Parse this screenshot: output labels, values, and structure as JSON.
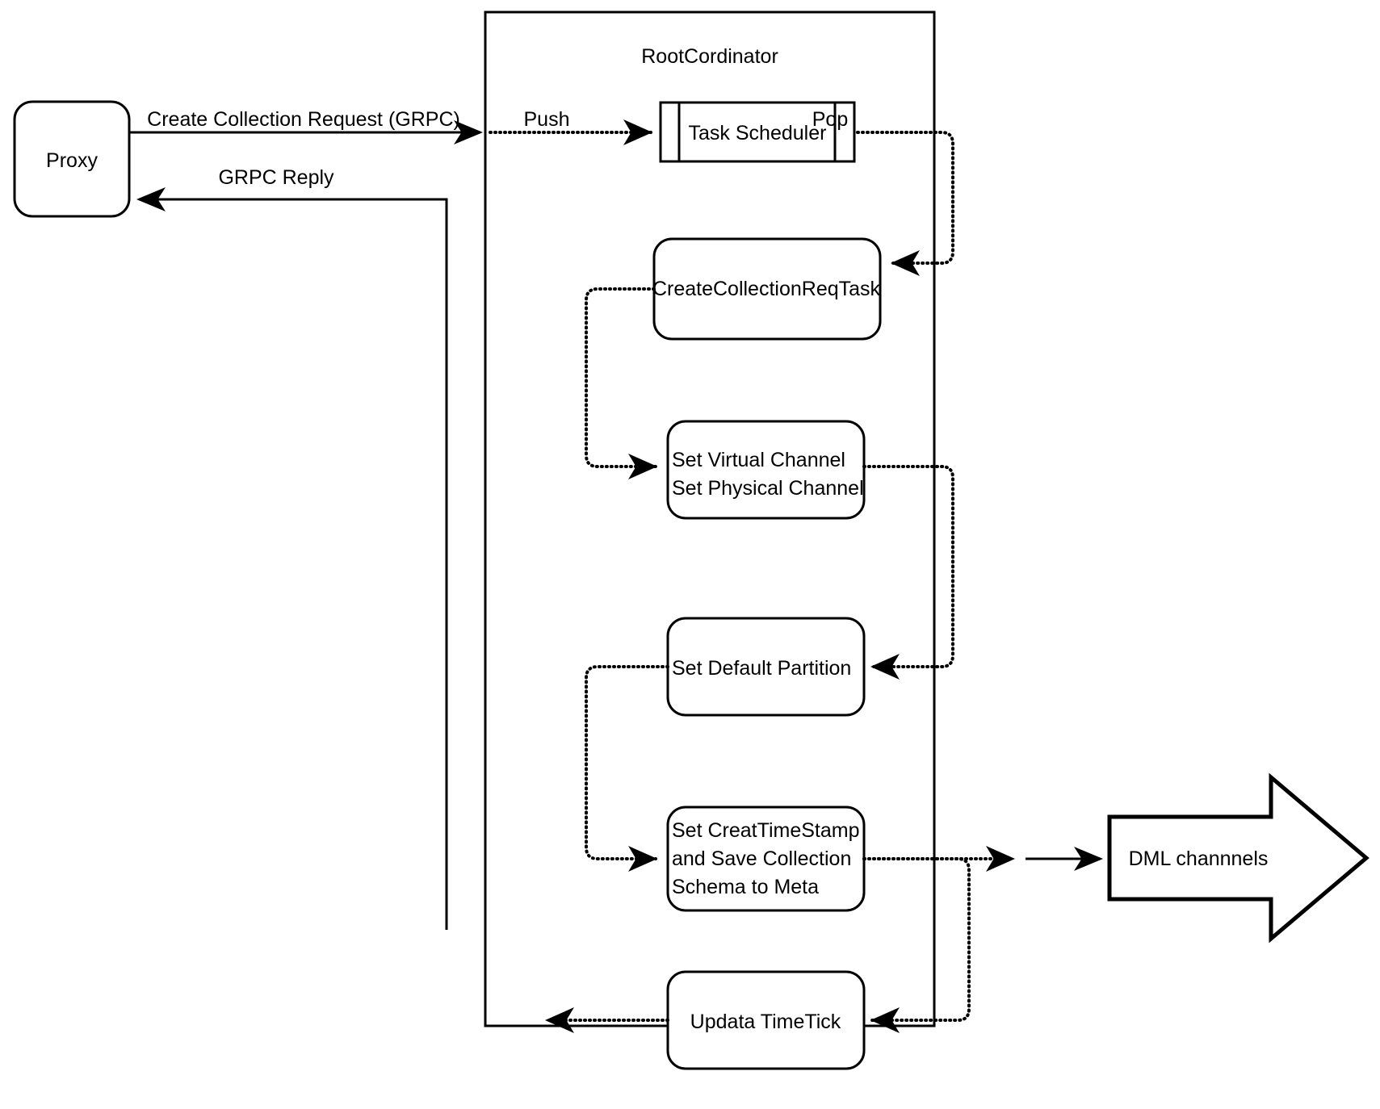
{
  "diagram": {
    "title_visible": false,
    "background": "#ffffff",
    "stroke_color": "#000000",
    "container": {
      "label": "RootCordinator"
    },
    "nodes": {
      "proxy": {
        "label": "Proxy",
        "shape": "rounded-rect"
      },
      "task_scheduler": {
        "label": "Task Scheduler",
        "shape": "process-bars"
      },
      "create_collection_req_task": {
        "label": "CreateCollectionReqTask",
        "shape": "rounded-rect"
      },
      "set_channels": {
        "line1": "Set Virtual Channel",
        "line2": "Set Physical Channel",
        "shape": "rounded-rect"
      },
      "set_default_partition": {
        "label": "Set Default Partition",
        "shape": "rounded-rect"
      },
      "set_createtimestamp": {
        "line1": "Set CreatTimeStamp",
        "line2": "and Save Collection",
        "line3": "Schema to Meta",
        "shape": "rounded-rect"
      },
      "updata_timetick": {
        "label": "Updata TimeTick",
        "shape": "rounded-rect"
      },
      "dml_channels": {
        "label": "DML channnels",
        "shape": "block-arrow-right"
      }
    },
    "edges": {
      "create_collection_request": {
        "label": "Create Collection Request (GRPC)",
        "style": "solid",
        "from": "proxy",
        "to": "rootcordinator-boundary"
      },
      "grpc_reply": {
        "label": "GRPC Reply",
        "style": "solid",
        "from": "rootcordinator-boundary",
        "to": "proxy"
      },
      "push": {
        "label": "Push",
        "style": "dotted",
        "from": "rootcordinator-boundary",
        "to": "task_scheduler"
      },
      "pop": {
        "label": "Pop",
        "style": "dotted",
        "from": "task_scheduler",
        "to": "create_collection_req_task"
      },
      "task_to_channels": {
        "label": "",
        "style": "dotted",
        "from": "create_collection_req_task",
        "to": "set_channels"
      },
      "channels_to_partition": {
        "label": "",
        "style": "dotted",
        "from": "set_channels",
        "to": "set_default_partition"
      },
      "partition_to_timestamp": {
        "label": "",
        "style": "dotted",
        "from": "set_default_partition",
        "to": "set_createtimestamp"
      },
      "timestamp_to_dml": {
        "label": "",
        "style": "dotted-then-solid",
        "from": "set_createtimestamp",
        "to": "dml_channels"
      },
      "timestamp_to_timetick": {
        "label": "",
        "style": "dotted",
        "from": "set_createtimestamp",
        "to": "updata_timetick"
      },
      "timetick_to_reply": {
        "label": "",
        "style": "dotted",
        "from": "updata_timetick",
        "to": "grpc_reply-line"
      }
    }
  }
}
